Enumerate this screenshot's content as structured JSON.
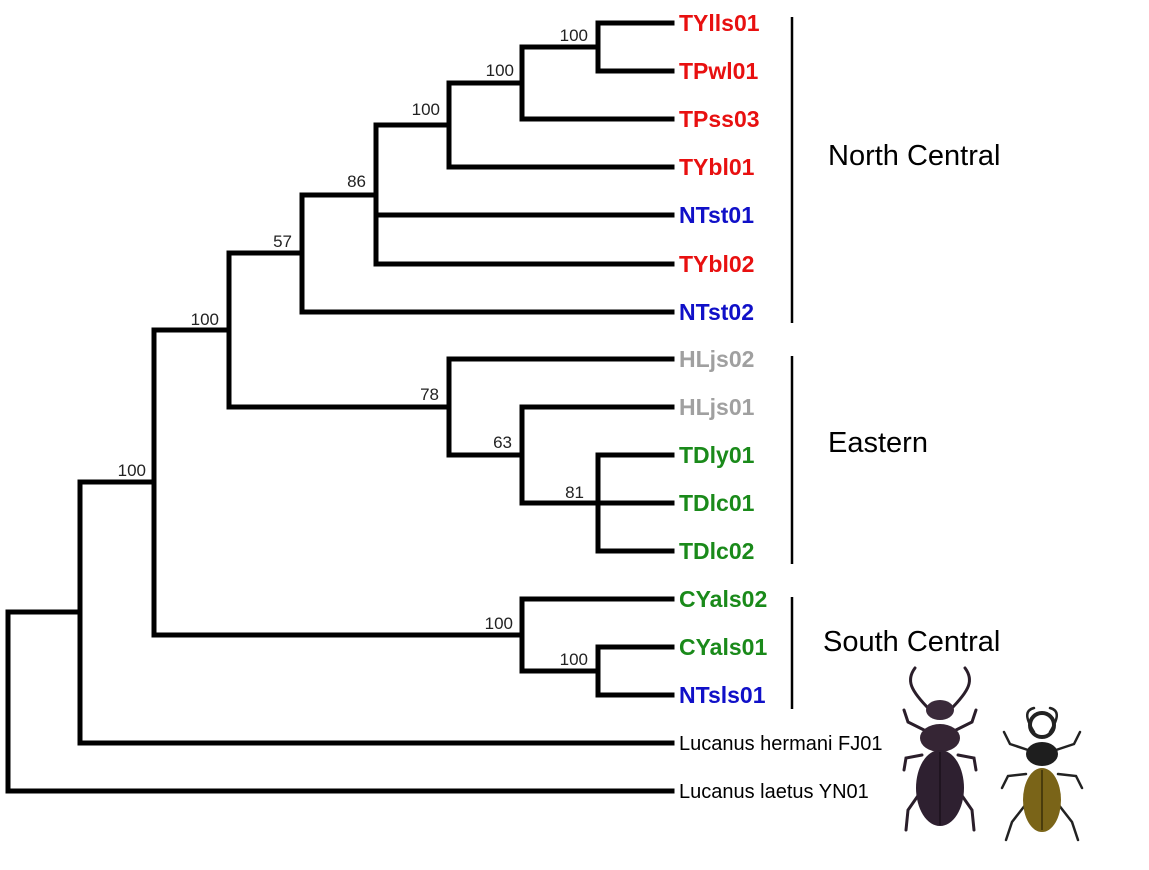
{
  "colors": {
    "north_central_taipei": "#e81010",
    "taoyuan_blue": "#1010c8",
    "hualien_grey": "#a0a0a0",
    "green": "#1a8a1a",
    "outgroup": "#000000",
    "branch": "#000000"
  },
  "tips": [
    {
      "label": "TYlls01",
      "color": "#e81010"
    },
    {
      "label": "TPwl01",
      "color": "#e81010"
    },
    {
      "label": "TPss03",
      "color": "#e81010"
    },
    {
      "label": "TYbl01",
      "color": "#e81010"
    },
    {
      "label": "NTst01",
      "color": "#1010c8"
    },
    {
      "label": "TYbl02",
      "color": "#e81010"
    },
    {
      "label": "NTst02",
      "color": "#1010c8"
    },
    {
      "label": "HLjs02",
      "color": "#a0a0a0"
    },
    {
      "label": "HLjs01",
      "color": "#a0a0a0"
    },
    {
      "label": "TDly01",
      "color": "#1a8a1a"
    },
    {
      "label": "TDlc01",
      "color": "#1a8a1a"
    },
    {
      "label": "TDlc02",
      "color": "#1a8a1a"
    },
    {
      "label": "CYals02",
      "color": "#1a8a1a"
    },
    {
      "label": "CYals01",
      "color": "#1a8a1a"
    },
    {
      "label": "NTsls01",
      "color": "#1010c8"
    },
    {
      "label": "Lucanus hermani FJ01",
      "color": "#000000"
    },
    {
      "label": "Lucanus laetus YN01",
      "color": "#000000"
    }
  ],
  "bootstrap": [
    "100",
    "100",
    "100",
    "86",
    "57",
    "100",
    "78",
    "63",
    "81",
    "100",
    "100",
    "100"
  ],
  "clades": {
    "north_central": "North Central",
    "eastern": "Eastern",
    "south_central": "South Central"
  },
  "images": [
    "stag-beetle-dark-icon",
    "stag-beetle-gold-icon"
  ]
}
